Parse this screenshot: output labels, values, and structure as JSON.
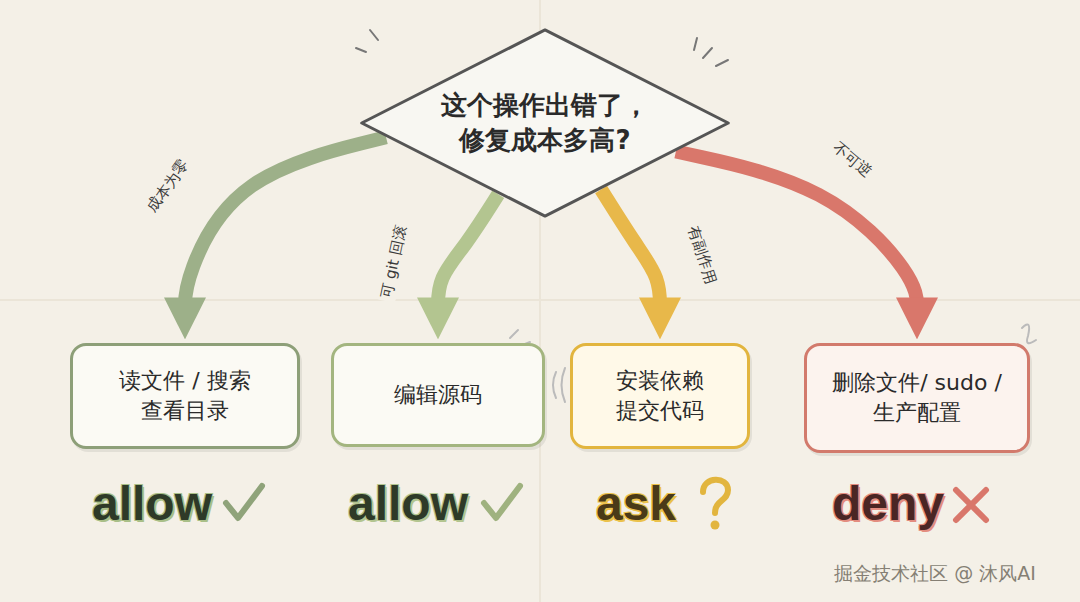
{
  "diagram": {
    "nodes": [
      {
        "text": [
          "这个操作出错了， 修复成本多高?"
        ]
      },
      {
        "text": [
          "读文件 / 搜索 查看目录"
        ]
      },
      {
        "text": [
          "编辑源码"
        ]
      },
      {
        "text": [
          "安装依赖 提交代码"
        ]
      },
      {
        "text": [
          "删除文件/ sudo /生产配置"
        ]
      }
    ],
    "edges": [
      {
        "from": 0,
        "to": 1,
        "arrow": "to",
        "label": "成本为零"
      },
      {
        "from": 0,
        "to": 2,
        "arrow": "to",
        "label": "可 git 回滚"
      },
      {
        "from": 0,
        "to": 3,
        "arrow": "to",
        "label": "有副作用"
      },
      {
        "from": 0,
        "to": 4,
        "arrow": "to",
        "label": "不可逆"
      }
    ],
    "labels": [
      "allow",
      "allow",
      "ask",
      "deny",
      "掘金技术社区 @ 沐风AI"
    ]
  }
}
